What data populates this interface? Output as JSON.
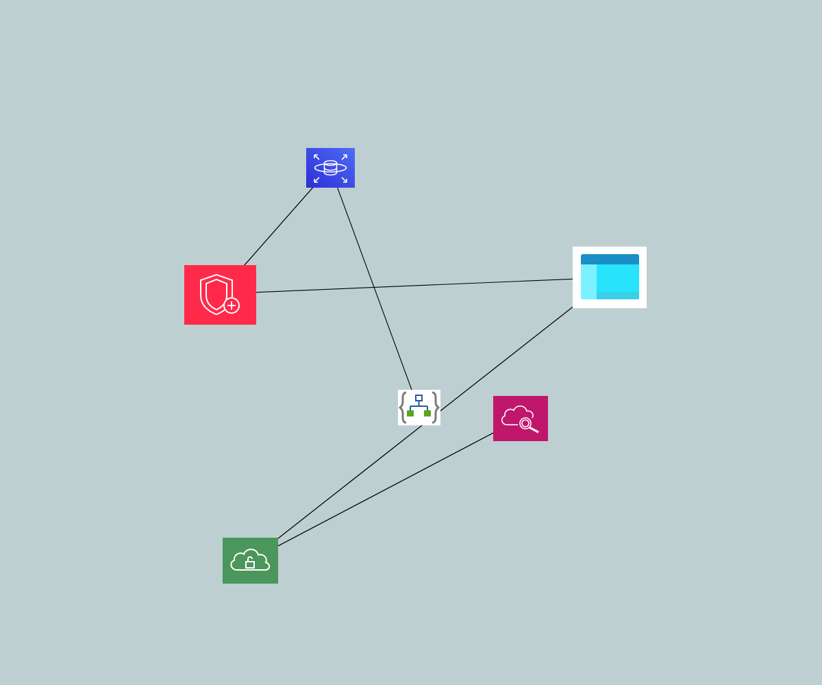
{
  "diagram": {
    "background": "#bdcfd1",
    "edge_color": "#000000",
    "nodes": [
      {
        "id": "database",
        "icon": "database-scaling-icon",
        "color": "#3b48e0"
      },
      {
        "id": "shield",
        "icon": "shield-plus-icon",
        "color": "#ff2a4a"
      },
      {
        "id": "window",
        "icon": "app-window-icon",
        "color": "#2ee6ff"
      },
      {
        "id": "logic",
        "icon": "logic-app-icon",
        "color": "#5aa61f"
      },
      {
        "id": "cloud-search",
        "icon": "cloud-search-icon",
        "color": "#c0176c"
      },
      {
        "id": "cloud-lock",
        "icon": "cloud-lock-icon",
        "color": "#4b965a"
      }
    ],
    "edges": [
      {
        "from": "shield",
        "to": "database"
      },
      {
        "from": "database",
        "to": "shield"
      },
      {
        "from": "logic",
        "to": "database"
      },
      {
        "from": "shield",
        "to": "window"
      },
      {
        "from": "cloud-lock",
        "to": "window"
      },
      {
        "from": "window",
        "to": "cloud-lock"
      },
      {
        "from": "cloud-lock",
        "to": "cloud-search"
      },
      {
        "from": "cloud-search",
        "to": "cloud-lock"
      }
    ]
  }
}
